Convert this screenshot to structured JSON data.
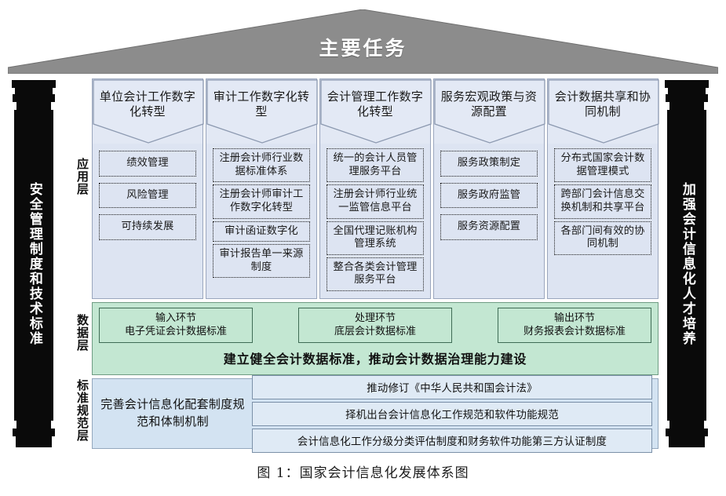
{
  "roof": {
    "title": "主要任务",
    "fill": "#8c8c8c"
  },
  "pillars": {
    "left": {
      "text": "安全管理制度和技术标准",
      "fill": "#0a0a0a"
    },
    "right": {
      "text": "加强会计信息化人才培养",
      "fill": "#0a0a0a"
    }
  },
  "layer_labels": {
    "application": "应用层",
    "data": "数据层",
    "standard": "标准规范层"
  },
  "application_layer": {
    "accent": "#dde4f2",
    "columns": [
      {
        "header": "单位会计工作数字化转型",
        "items": [
          "绩效管理",
          "风险管理",
          "可持续发展"
        ]
      },
      {
        "header": "审计工作数字化转型",
        "items": [
          "注册会计师行业数据标准体系",
          "注册会计师审计工作数字化转型",
          "审计函证数字化",
          "审计报告单一来源制度"
        ]
      },
      {
        "header": "会计管理工作数字化转型",
        "items": [
          "统一的会计人员管理服务平台",
          "注册会计师行业统一监管信息平台",
          "全国代理记账机构管理系统",
          "整合各类会计管理服务平台"
        ]
      },
      {
        "header": "服务宏观政策与资源配置",
        "items": [
          "服务政策制定",
          "服务政府监管",
          "服务资源配置"
        ]
      },
      {
        "header": "会计数据共享和协同机制",
        "items": [
          "分布式国家会计数据管理模式",
          "跨部门会计信息交换机制和共享平台",
          "各部门间有效的协同机制"
        ]
      }
    ]
  },
  "data_layer": {
    "accent": "#c3e7d2",
    "boxes": [
      {
        "stage": "输入环节",
        "standard": "电子凭证会计数据标准"
      },
      {
        "stage": "处理环节",
        "standard": "底层会计数据标准"
      },
      {
        "stage": "输出环节",
        "standard": "财务报表会计数据标准"
      }
    ],
    "caption": "建立健全会计数据标准，推动会计数据治理能力建设"
  },
  "standard_layer": {
    "accent": "#d3e3f2",
    "title": "完善会计信息化配套制度规范和体制机制",
    "items": [
      "推动修订《中华人民共和国会计法》",
      "择机出台会计信息化工作规范和软件功能规范",
      "会计信息化工作分级分类评估制度和财务软件功能第三方认证制度"
    ]
  },
  "figure_caption": "图 1：国家会计信息化发展体系图"
}
